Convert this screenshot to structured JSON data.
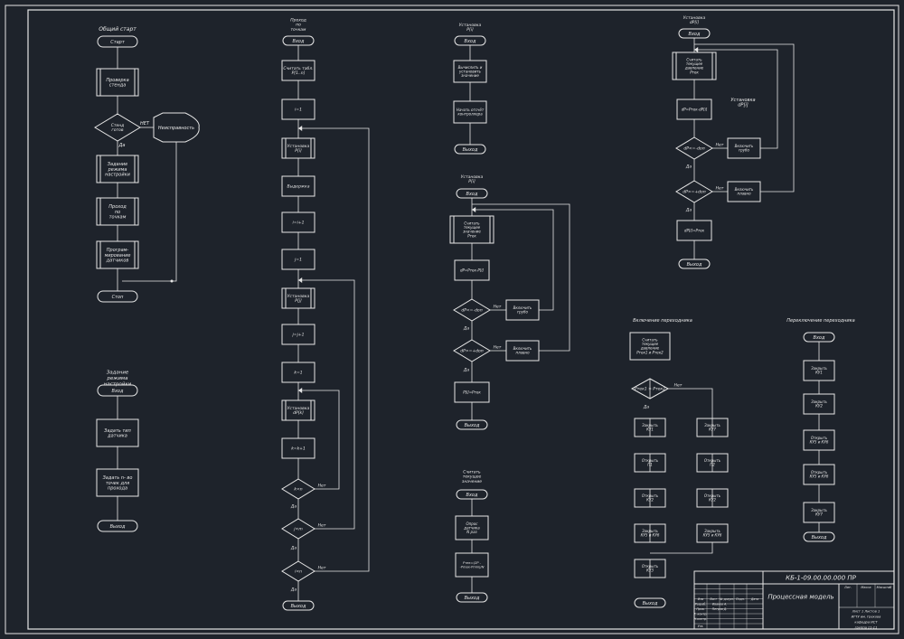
{
  "colors": {
    "background": "#1e232b",
    "stroke": "#e6e6e6"
  },
  "blocks": {
    "main": {
      "title": "Общий старт",
      "start": "Старт",
      "check_stand": [
        "Проверка",
        "стенда"
      ],
      "ready_q": [
        "Стенд",
        "готов"
      ],
      "no": "НЕТ",
      "fault": "Неисправность",
      "yes": "Да",
      "set_mode": [
        "Задание",
        "режима",
        "настройки"
      ],
      "pass_points": [
        "Проход",
        "по",
        "точкам"
      ],
      "programming": [
        "Програм-",
        "мирование",
        "датчиков"
      ],
      "stop": "Стоп"
    },
    "pass": {
      "title": [
        "Проход",
        "по",
        "точкам"
      ],
      "enter": "Вход",
      "read_table": [
        "Считать табл.",
        "P[1..n]"
      ],
      "i1": "i=1",
      "set_pi": [
        "Установка",
        "P[i]"
      ],
      "delay": "Выдержка",
      "inc1": "i=i+1",
      "j1": "j=1",
      "set_pj": [
        "Установка",
        "P[j]"
      ],
      "j_inc": "j=j+1",
      "k1": "k=1",
      "set_dk": [
        "Установка",
        "dP[k]"
      ],
      "k_inc": "k=k+1",
      "c1": "k<n",
      "c2": "j<m",
      "c3": "i<n",
      "no": "Нет",
      "yes": "Да",
      "exit": "Выход"
    },
    "setpoint": {
      "title": [
        "Установка",
        "P[i]"
      ],
      "enter": "Вход",
      "step1": [
        "Вычислить и",
        "установить",
        "значение"
      ],
      "step2": [
        "Начать отсчёт",
        "контроллера"
      ],
      "exit": "Выход"
    },
    "pressure": {
      "title": [
        "Установка",
        "P[i]"
      ],
      "enter": "Вход",
      "read": [
        "Считать",
        "текущее",
        "значение",
        "Pтек"
      ],
      "calc": "dP=Pтек-P[i]",
      "c1": "dP<=-dоп",
      "c2": "dP>=+dоп",
      "act1": [
        "Включить",
        "грубо"
      ],
      "act2": [
        "Включить",
        "плавно"
      ],
      "no": "Нет",
      "yes": "Да",
      "assign": "P[i]=Pтек",
      "exit": "Выход"
    },
    "read_value": {
      "title": [
        "Считать",
        "текущее",
        "значение"
      ],
      "enter": "Вход",
      "step": [
        "Опрос",
        "датчика",
        "N раз"
      ],
      "formula": [
        "Pтек=(ΣP -",
        "-Pmax-Pmin)/N"
      ],
      "exit": "Выход"
    },
    "set_mode": {
      "title": [
        "Задание",
        "режима",
        "настройки"
      ],
      "enter": "Вход",
      "step1": [
        "Задать тип",
        "датчика"
      ],
      "step2": [
        "Задать n- во",
        "точек для",
        "прохода"
      ],
      "exit": "Выход"
    },
    "setpoint2": {
      "title": [
        "Установка",
        "dP[i]"
      ],
      "enter": "Вход",
      "read": [
        "Считать",
        "текущее",
        "давление",
        "Pтек"
      ],
      "calc": "dP=Pтек-dP[i]",
      "sub": [
        "Установка",
        "dP[i]"
      ],
      "c1": "dP<=-dоп",
      "c2": "dP>=+dоп",
      "act1": [
        "Включить",
        "грубо"
      ],
      "act2": [
        "Включить",
        "плавно"
      ],
      "no": "Нет",
      "yes": "Да",
      "assign": "dP[i]=Pтек",
      "exit": "Выход"
    },
    "valves_on": {
      "title": "Включение переходника",
      "enter": "Вход",
      "read": [
        "Считать",
        "текущее",
        "давление",
        "Pтек1 и Pтек2"
      ],
      "cond": "Pтек1 > Pтек2",
      "no": "Нет",
      "yes": "Да",
      "l1": [
        "Закрыть",
        "КУ1"
      ],
      "l2": [
        "Открыть",
        "П1"
      ],
      "l3": [
        "Открыть",
        "КУ2"
      ],
      "l4": [
        "Закрыть",
        "КУ5 и КУ6"
      ],
      "l5": [
        "Открыть",
        "КУ3"
      ],
      "r1": [
        "Закрыть",
        "КУ7"
      ],
      "r2": [
        "Открыть",
        "П2"
      ],
      "r3": [
        "Открыть",
        "КУ2"
      ],
      "r4": [
        "Закрыть",
        "КУ5 и КУ6"
      ],
      "exit": "Выход"
    },
    "valves_off": {
      "title": "Переключение переходника",
      "enter": "Вход",
      "s1": [
        "Закрыть",
        "КУ1"
      ],
      "s2": [
        "Закрыть",
        "КУ2"
      ],
      "s3": [
        "Открыть",
        "КУ5 и КУ6"
      ],
      "s4": [
        "Открыть",
        "КУ5 и КУ6"
      ],
      "s5": [
        "Закрыть",
        "КУ7"
      ],
      "exit": "Выход"
    }
  },
  "stamp": {
    "code": "КБ-1-09.00.00.000 ПР",
    "title": "Процессная модель",
    "cols": [
      "Лит.",
      "Масса",
      "Масштаб"
    ],
    "rows": [
      "Изм",
      "Лист",
      "№ докум.",
      "Подп.",
      "Дата"
    ],
    "razrab": "Разраб.",
    "prov": "Пров.",
    "tkontr": "Т. контр.",
    "nkontr": "Н.контр.",
    "utv": "Утв.",
    "name1": "Иванов А.",
    "name2": "Петров Д.",
    "org": [
      "Лист 1  Листов 1",
      "ИГТУ им. Грекова",
      "кафедра ИСТ",
      "группа 11-11"
    ]
  }
}
